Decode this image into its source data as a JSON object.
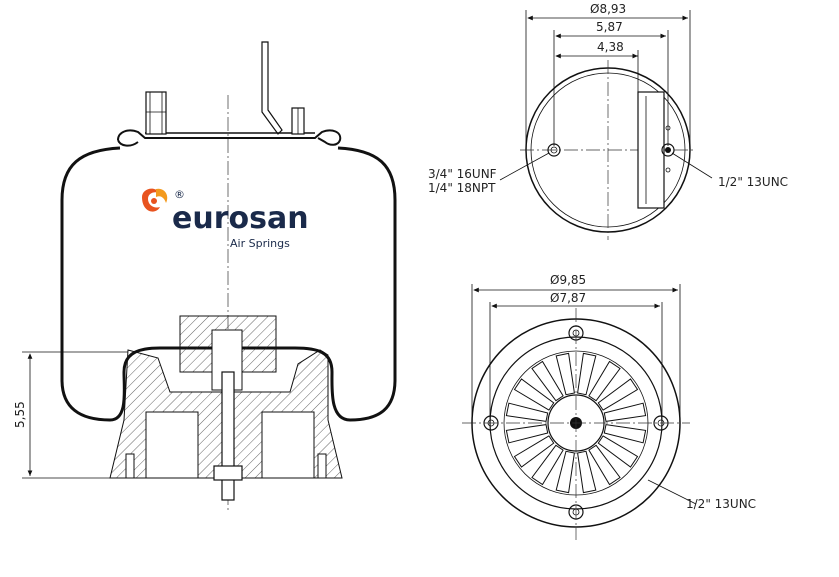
{
  "brand": {
    "name": "eurosan",
    "tagline": "Air Springs",
    "registered": "®",
    "colors": {
      "name": "#1a2a4a",
      "logo_primary": "#e8531f",
      "logo_secondary": "#f39a1e"
    }
  },
  "side_view": {
    "height_label": "5,55"
  },
  "top_view": {
    "dia_outer": "Ø8,93",
    "dim_mid": "5,87",
    "dim_inner": "4,38",
    "thread_left_1": "3/4\" 16UNF",
    "thread_left_2": "1/4\" 18NPT",
    "thread_right": "1/2\" 13UNC"
  },
  "bottom_view": {
    "dia_outer": "Ø9,85",
    "dia_inner": "Ø7,87",
    "thread_label": "1/2\" 13UNC"
  }
}
